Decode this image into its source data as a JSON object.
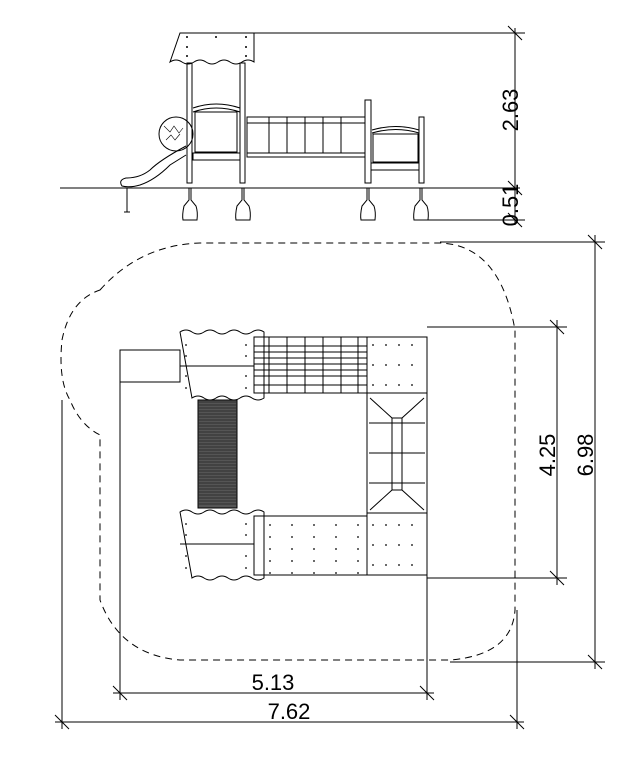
{
  "title": "Playground structure drawing - elevation and plan",
  "elevation": {
    "dimensions": {
      "total_height": "2.63",
      "footing_depth": "0.51"
    }
  },
  "plan": {
    "dimensions": {
      "depth": "4.25",
      "safety_zone_depth": "6.98",
      "width": "5.13",
      "safety_zone_width": "7.62"
    }
  },
  "colors": {
    "line": "#000000",
    "background": "#ffffff"
  }
}
